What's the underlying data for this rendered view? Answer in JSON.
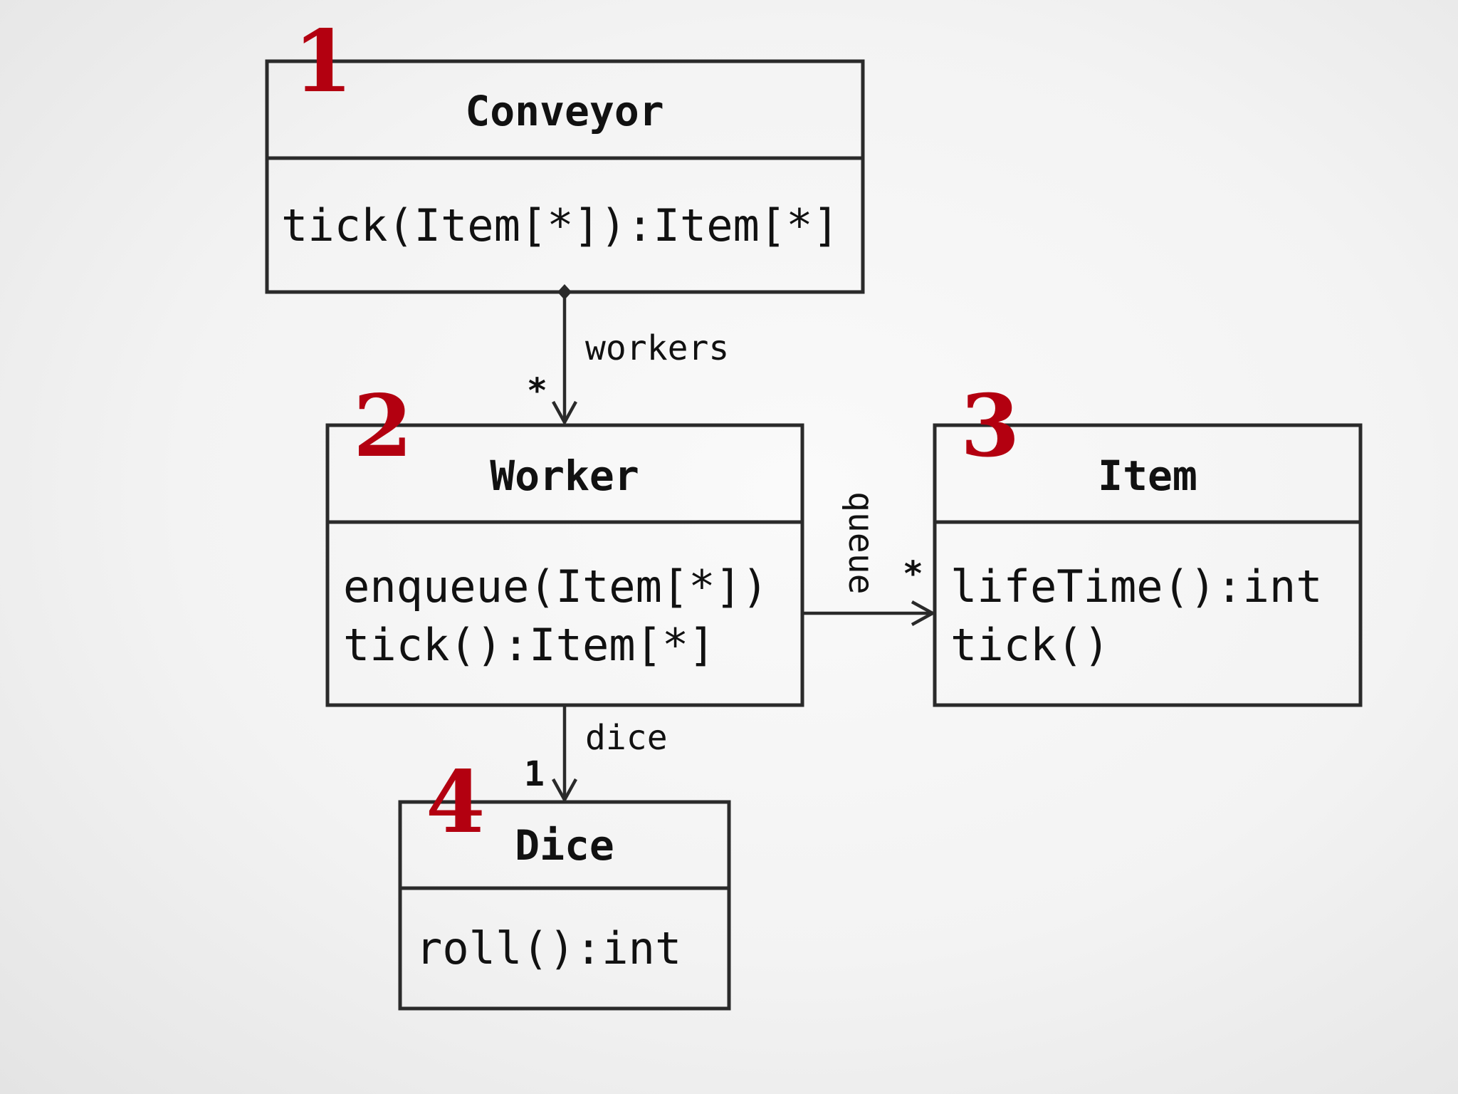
{
  "diagram": {
    "classes": [
      {
        "number": "1",
        "name": "Conveyor",
        "members": [
          "tick(Item[*]):Item[*]"
        ]
      },
      {
        "number": "2",
        "name": "Worker",
        "members": [
          "enqueue(Item[*])",
          "tick():Item[*]"
        ]
      },
      {
        "number": "3",
        "name": "Item",
        "members": [
          "lifeTime():int",
          "tick()"
        ]
      },
      {
        "number": "4",
        "name": "Dice",
        "members": [
          "roll():int"
        ]
      }
    ],
    "associations": [
      {
        "from": "Conveyor",
        "to": "Worker",
        "role": "workers",
        "multiplicity": "*",
        "kind": "composition"
      },
      {
        "from": "Worker",
        "to": "Item",
        "role": "queue",
        "multiplicity": "*",
        "kind": "association"
      },
      {
        "from": "Worker",
        "to": "Dice",
        "role": "dice",
        "multiplicity": "1",
        "kind": "association"
      }
    ],
    "colors": {
      "number": "#b30010",
      "line": "#2a2a2a"
    }
  }
}
